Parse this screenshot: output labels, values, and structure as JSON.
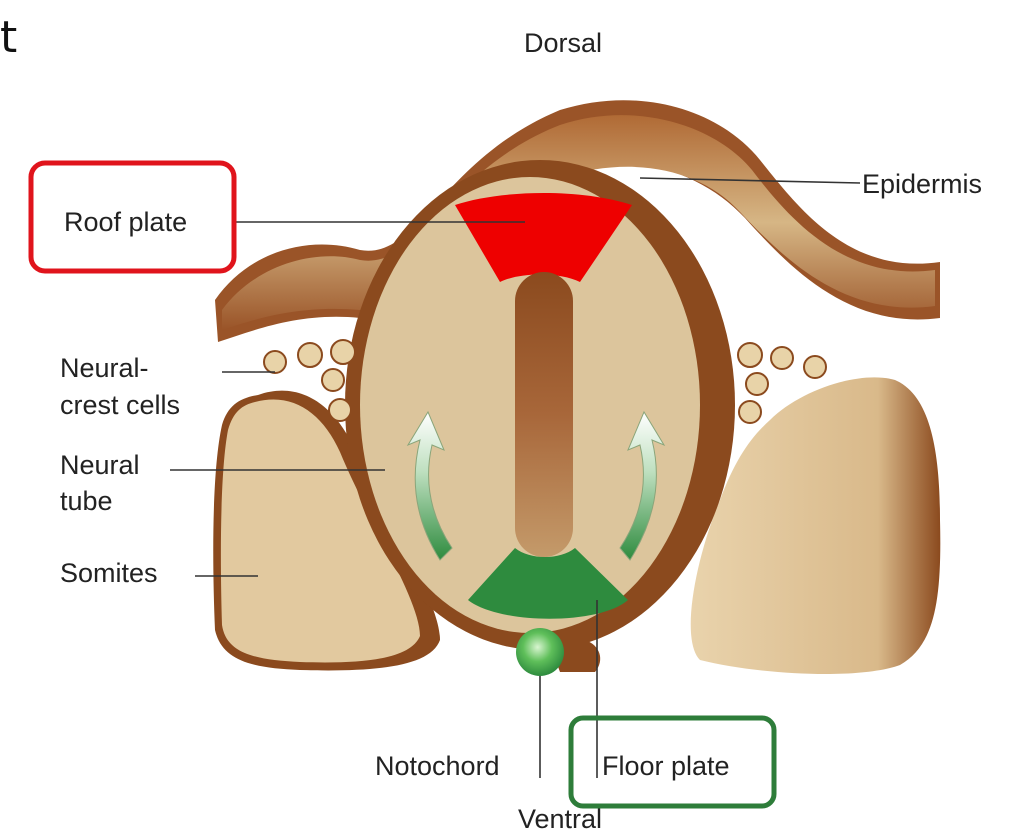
{
  "corner_glyph": "t",
  "labels": {
    "dorsal": "Dorsal",
    "ventral": "Ventral",
    "epidermis": "Epidermis",
    "roof_plate": "Roof plate",
    "neural_crest_line1": "Neural-",
    "neural_crest_line2": "crest cells",
    "neural_tube_line1": "Neural",
    "neural_tube_line2": "tube",
    "somites": "Somites",
    "notochord": "Notochord",
    "floor_plate": "Floor plate"
  },
  "colors": {
    "roof_plate": "#ee0000",
    "floor_plate": "#2e8b3e",
    "roof_highlight_box": "#e0141c",
    "floor_highlight_box": "#2e7d3a",
    "tissue_light": "#dcc59c",
    "tissue_dark": "#8b4a1e"
  }
}
